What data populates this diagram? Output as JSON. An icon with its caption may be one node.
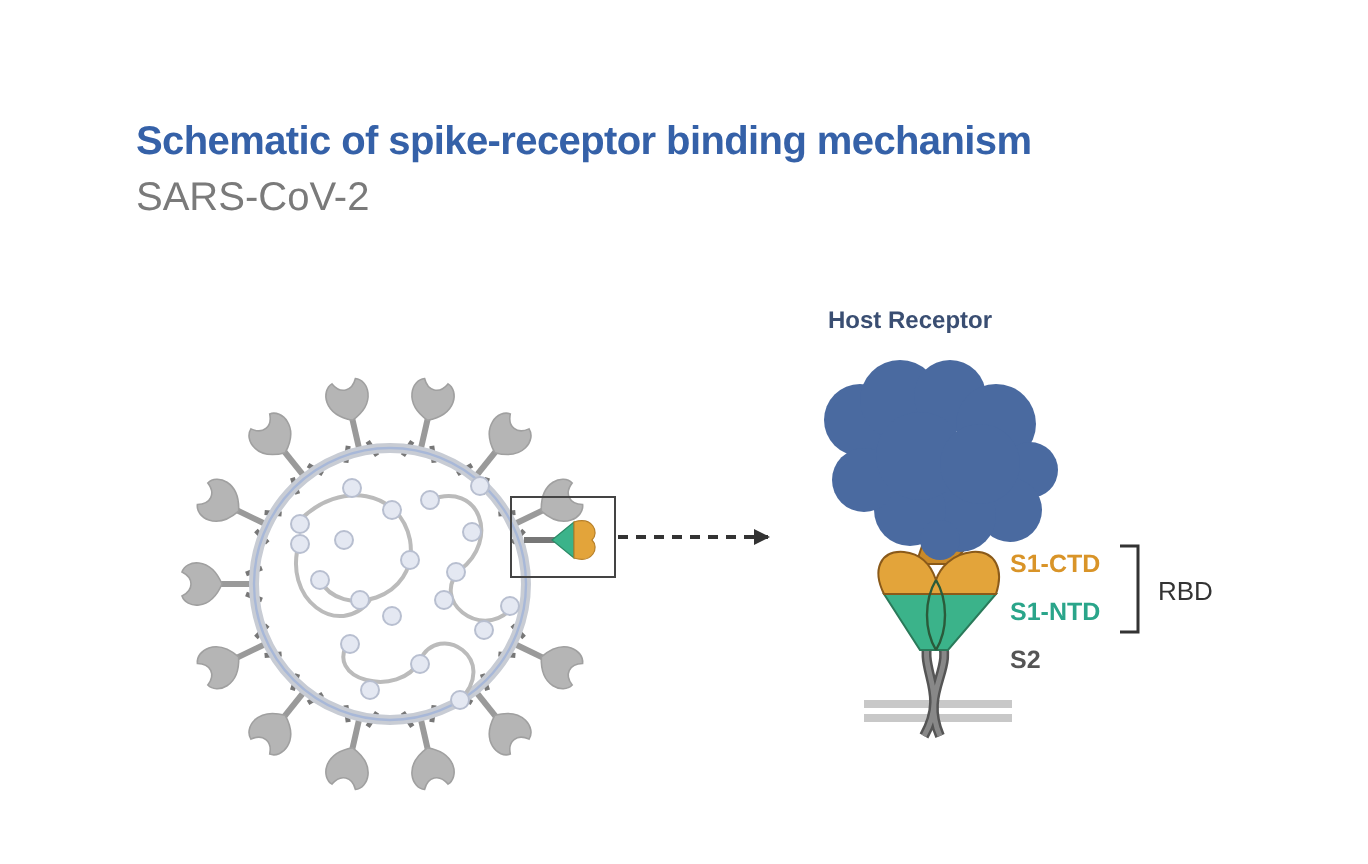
{
  "diagram": {
    "title": "Schematic of spike-receptor binding mechanism",
    "nodes": [
      {
        "text": [],
        "shape": "box"
      },
      {
        "text": [],
        "shape": "picture"
      }
    ],
    "edges": [
      {
        "from": 0,
        "to": 1,
        "arrow": "to",
        "style": "dashed"
      }
    ],
    "labels": [
      "SARS-CoV-2",
      "Host Receptor",
      "S1-CTD",
      "RBD",
      "S1-NTD",
      "S2"
    ]
  }
}
